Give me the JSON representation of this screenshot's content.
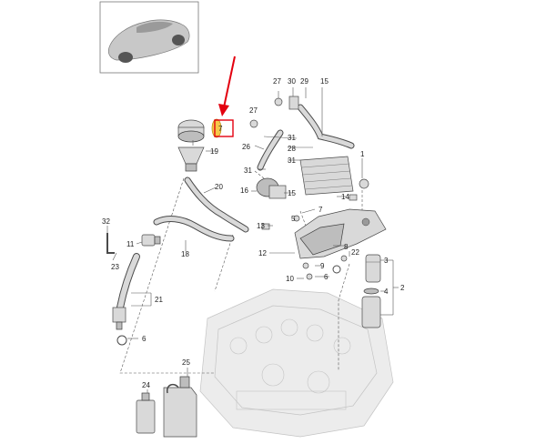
{
  "colors": {
    "highlight_box": "#e3000f",
    "highlight_fill": "#f6c84a",
    "arrow": "#e3000f",
    "car_body": "#c8c8c8"
  },
  "callouts": {
    "c1": "1",
    "c2": "2",
    "c3": "3",
    "c4": "4",
    "c5": "5",
    "c6": "6",
    "c7": "7",
    "c8": "8",
    "c9": "9",
    "c10": "10",
    "c11": "11",
    "c12": "12",
    "c13": "13",
    "c14": "14",
    "c15": "15",
    "c16": "16",
    "c18": "18",
    "c19": "19",
    "c20": "20",
    "c21": "21",
    "c22": "22",
    "c23": "23",
    "c24": "24",
    "c25": "25",
    "c26": "26",
    "c27": "27",
    "c28": "28",
    "c29": "29",
    "c30": "30",
    "c31": "31",
    "c32": "32"
  },
  "highlighted_part": "7"
}
